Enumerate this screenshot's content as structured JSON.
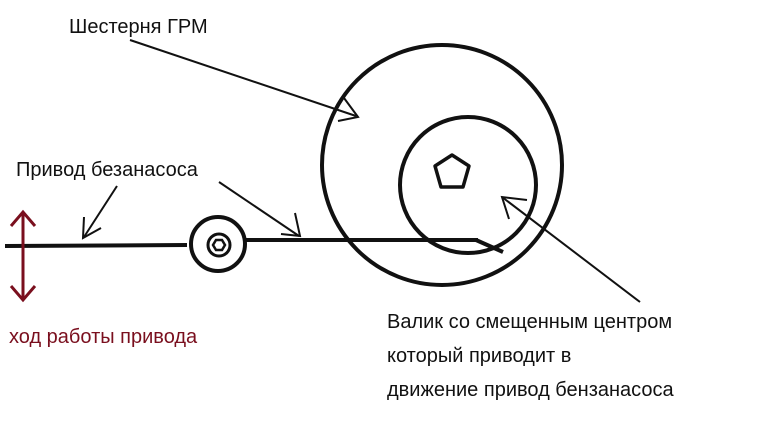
{
  "labels": {
    "gear": "Шестерня ГРМ",
    "pump_drive": "Привод безанасоса",
    "stroke": "ход работы привода",
    "cam": [
      "Валик со смещенным центром",
      "который приводит  в",
      "движение привод бензанасоса"
    ]
  },
  "colors": {
    "ink": "#111111",
    "stroke_arrow": "#7a0f1e"
  }
}
